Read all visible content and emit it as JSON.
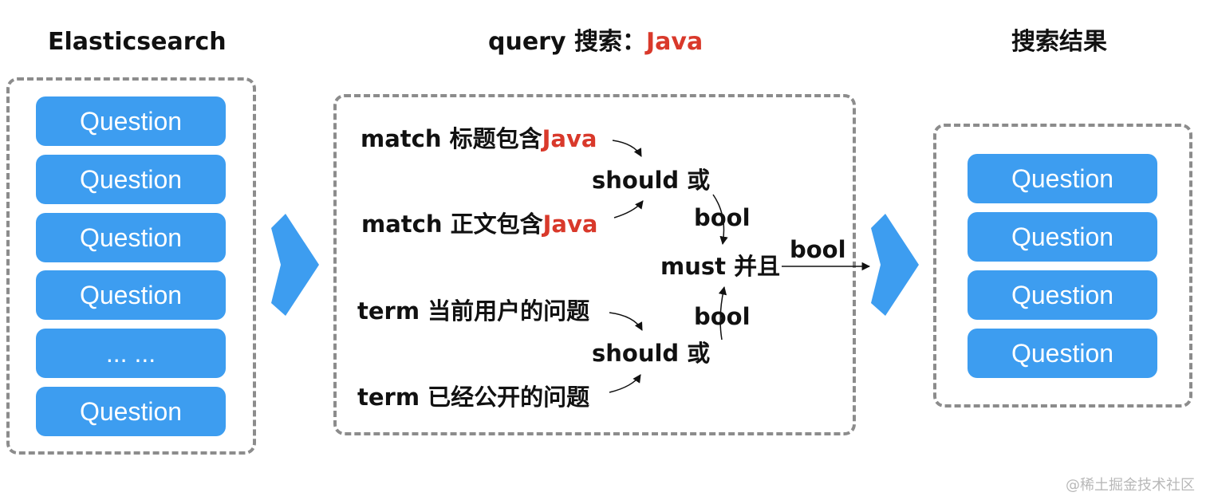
{
  "titles": {
    "left": "Elasticsearch",
    "middle_prefix": "query 搜索：",
    "middle_keyword": "Java",
    "right": "搜索结果"
  },
  "left_panel": {
    "items": [
      "Question",
      "Question",
      "Question",
      "Question",
      "... ...",
      "Question"
    ]
  },
  "query": {
    "match1": {
      "text": "match 标题包含",
      "keyword": "Java"
    },
    "match2": {
      "text": "match 正文包含",
      "keyword": "Java"
    },
    "should1": "should 或",
    "bool_upper": "bool",
    "must": "must 并且",
    "bool_lower": "bool",
    "term1": "term 当前用户的问题",
    "should2": "should 或",
    "term2": "term 已经公开的问题",
    "bool_out": "bool"
  },
  "right_panel": {
    "items": [
      "Question",
      "Question",
      "Question",
      "Question"
    ]
  },
  "watermark": "@稀土掘金技术社区",
  "colors": {
    "box_blue": "#3d9df0",
    "arrow_blue": "#3d9df0",
    "keyword_red": "#d9392b",
    "dash_gray": "#8c8c8c"
  }
}
